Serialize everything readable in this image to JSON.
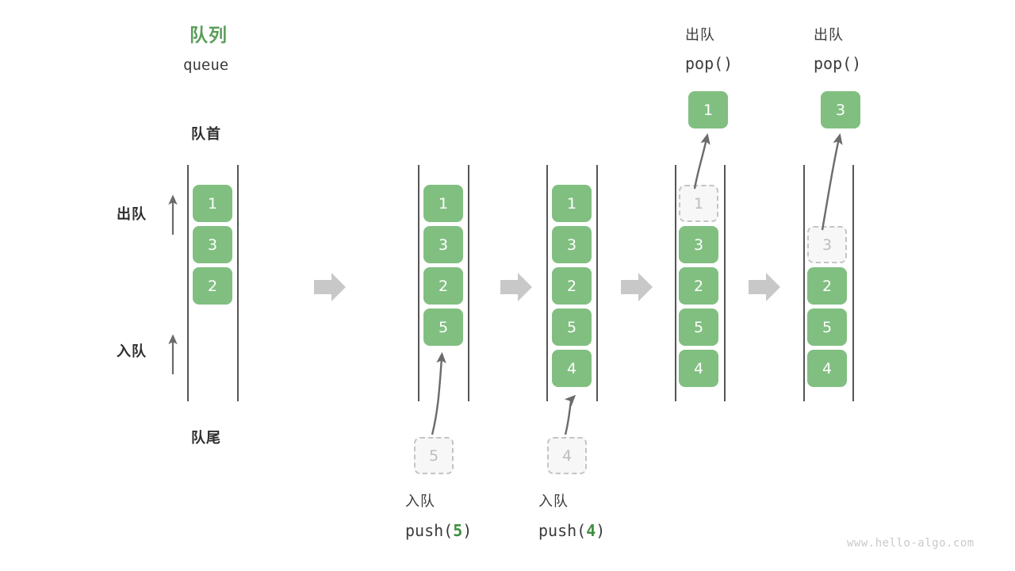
{
  "figure": {
    "title_cn": "队列",
    "title_en": "queue",
    "front_label": "队首",
    "rear_label": "队尾",
    "dequeue_label": "出队",
    "enqueue_label": "入队",
    "watermark": "www.hello-algo.com",
    "accent_green": "#81bf81",
    "title_green": "#5b9e5b",
    "ghost_gray": "#c4c4c4",
    "arrow_gray": "#c8c8c8",
    "line_gray": "#555555"
  },
  "columns": [
    {
      "id": "initial",
      "caption_cn": "",
      "caption_code": "",
      "caption_code_num": "",
      "items": [
        {
          "value": "1",
          "state": "filled"
        },
        {
          "value": "3",
          "state": "filled"
        },
        {
          "value": "2",
          "state": "filled"
        }
      ],
      "popped": null,
      "incoming": null
    },
    {
      "id": "push-5",
      "caption_cn": "入队",
      "caption_code_prefix": "push(",
      "caption_code_num": "5",
      "caption_code_suffix": ")",
      "items": [
        {
          "value": "1",
          "state": "filled"
        },
        {
          "value": "3",
          "state": "filled"
        },
        {
          "value": "2",
          "state": "filled"
        },
        {
          "value": "5",
          "state": "filled"
        }
      ],
      "popped": null,
      "incoming": {
        "value": "5",
        "state": "ghost"
      }
    },
    {
      "id": "push-4",
      "caption_cn": "入队",
      "caption_code_prefix": "push(",
      "caption_code_num": "4",
      "caption_code_suffix": ")",
      "items": [
        {
          "value": "1",
          "state": "filled"
        },
        {
          "value": "3",
          "state": "filled"
        },
        {
          "value": "2",
          "state": "filled"
        },
        {
          "value": "5",
          "state": "filled"
        },
        {
          "value": "4",
          "state": "filled"
        }
      ],
      "popped": null,
      "incoming": {
        "value": "4",
        "state": "ghost"
      }
    },
    {
      "id": "pop-1",
      "top_cn": "出队",
      "top_code": "pop()",
      "items": [
        {
          "value": "1",
          "state": "ghost"
        },
        {
          "value": "3",
          "state": "filled"
        },
        {
          "value": "2",
          "state": "filled"
        },
        {
          "value": "5",
          "state": "filled"
        },
        {
          "value": "4",
          "state": "filled"
        }
      ],
      "popped": {
        "value": "1",
        "state": "filled"
      },
      "incoming": null
    },
    {
      "id": "pop-3",
      "top_cn": "出队",
      "top_code": "pop()",
      "items": [
        {
          "value": "",
          "state": "empty"
        },
        {
          "value": "3",
          "state": "ghost"
        },
        {
          "value": "2",
          "state": "filled"
        },
        {
          "value": "5",
          "state": "filled"
        },
        {
          "value": "4",
          "state": "filled"
        }
      ],
      "popped": {
        "value": "3",
        "state": "filled"
      },
      "incoming": null
    }
  ],
  "step_arrows": [
    {
      "from": "initial",
      "to": "push-5"
    },
    {
      "from": "push-5",
      "to": "push-4"
    },
    {
      "from": "push-4",
      "to": "pop-1"
    },
    {
      "from": "pop-1",
      "to": "pop-3"
    }
  ]
}
